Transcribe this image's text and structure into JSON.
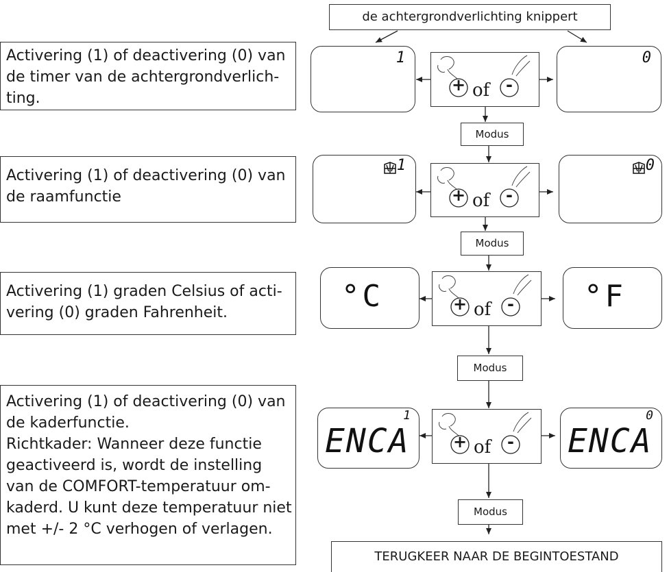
{
  "header": {
    "text": "de achtergrondverlichting knippert"
  },
  "footer": {
    "text": "TERUGKEER NAAR DE BEGINTOESTAND"
  },
  "connector": {
    "of": "of",
    "plus": "+",
    "minus": "-"
  },
  "mode_label": "Modus",
  "steps": [
    {
      "desc": [
        "Activering (1) of deactivering (0) van",
        "de timer van de achtergrondverlich-",
        "ting."
      ],
      "left_display": {
        "digit": "1"
      },
      "right_display": {
        "digit": "0"
      }
    },
    {
      "desc": [
        "Activering (1) of deactivering (0) van",
        "de raamfunctie"
      ],
      "left_display": {
        "digit": "1",
        "icon": "window-icon"
      },
      "right_display": {
        "digit": "0",
        "icon": "window-icon"
      }
    },
    {
      "desc": [
        "Activering (1) graden Celsius of acti-",
        "vering (0) graden Fahrenheit."
      ],
      "left_display": {
        "text": "°C"
      },
      "right_display": {
        "text": "°F"
      }
    },
    {
      "desc": [
        "Activering (1) of deactivering (0) van",
        "de kaderfunctie.",
        "Richtkader: Wanneer deze functie",
        "geactiveerd is, wordt de instelling",
        "van de COMFORT-temperatuur om-",
        "kaderd. U kunt deze temperatuur niet",
        "met +/- 2 °C verhogen of verlagen."
      ],
      "left_display": {
        "text": "ENCA",
        "digit": "1"
      },
      "right_display": {
        "text": "ENCA",
        "digit": "0"
      }
    }
  ]
}
